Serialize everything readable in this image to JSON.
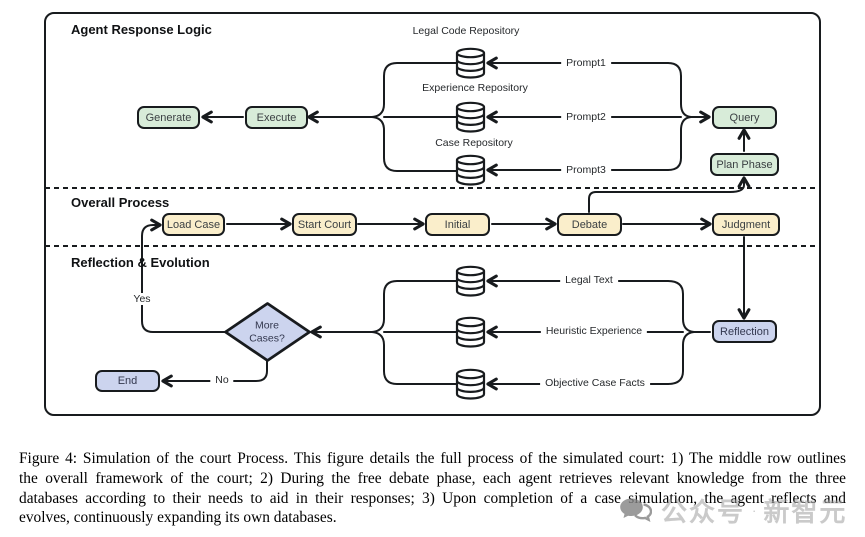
{
  "figure": {
    "sections": {
      "top_title": "Agent Response Logic",
      "middle_title": "Overall Process",
      "bottom_title": "Reflection & Evolution"
    },
    "agent_logic": {
      "generate": "Generate",
      "execute": "Execute",
      "repositories": [
        "Legal Code Repository",
        "Experience Repository",
        "Case Repository"
      ],
      "prompts": [
        "Prompt1",
        "Prompt2",
        "Prompt3"
      ],
      "query": "Query",
      "plan_phase": "Plan Phase"
    },
    "process": {
      "steps": [
        "Load Case",
        "Start Court",
        "Initial",
        "Debate",
        "Judgment"
      ]
    },
    "reflection": {
      "yes_label": "Yes",
      "no_label": "No",
      "decision": "More\nCases?",
      "end": "End",
      "reflection_box": "Reflection",
      "knowledge": [
        "Legal Text",
        "Heuristic Experience",
        "Objective Case Facts"
      ]
    },
    "colors": {
      "green_fill": "#d8ecd9",
      "yellow_fill": "#faeecb",
      "lavender_fill": "#ccd4ee",
      "line": "#181b1e"
    }
  },
  "caption": {
    "lines": [
      "Figure 4: Simulation of the court Process. This figure details the full process of the simulated court: 1) The middle row outlines",
      "the overall framework of the court; 2) During the free debate phase, each agent retrieves relevant knowledge from the three",
      "databases according to their needs to aid in their responses; 3) Upon completion of a case simulation, the agent reflects and",
      "evolves, continuously expanding its own databases."
    ]
  },
  "watermark": {
    "account_label": "公众号",
    "separator": "·",
    "brand": "新智元"
  }
}
